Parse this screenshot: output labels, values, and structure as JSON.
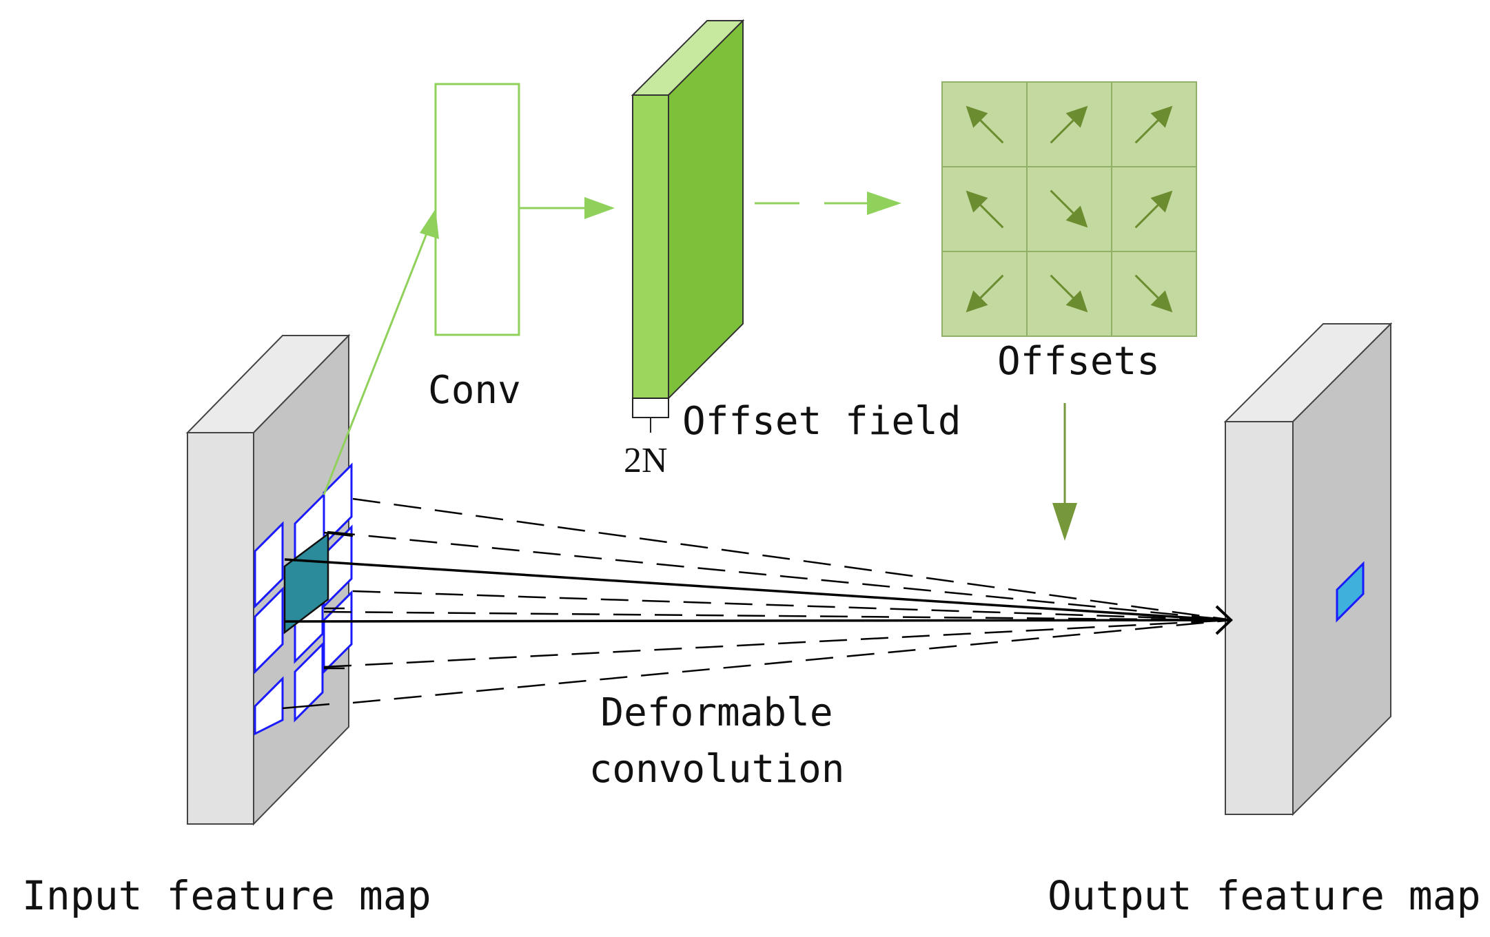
{
  "labels": {
    "conv": "Conv",
    "offset_field": "Offset field",
    "two_n": "2N",
    "offsets": "Offsets",
    "deformable_line1": "Deformable",
    "deformable_line2": "convolution",
    "input_feature_map": "Input feature map",
    "output_feature_map": "Output feature map"
  },
  "offset_grid": {
    "rows": 3,
    "cols": 3,
    "arrows": [
      {
        "row": 0,
        "col": 0,
        "direction": "up-left"
      },
      {
        "row": 0,
        "col": 1,
        "direction": "up-right"
      },
      {
        "row": 0,
        "col": 2,
        "direction": "up-right"
      },
      {
        "row": 1,
        "col": 0,
        "direction": "up-left"
      },
      {
        "row": 1,
        "col": 1,
        "direction": "down-right"
      },
      {
        "row": 1,
        "col": 2,
        "direction": "up-right"
      },
      {
        "row": 2,
        "col": 0,
        "direction": "down-left"
      },
      {
        "row": 2,
        "col": 1,
        "direction": "down-right"
      },
      {
        "row": 2,
        "col": 2,
        "direction": "down-right"
      }
    ]
  },
  "colors": {
    "feature_map_front": "#e2e2e2",
    "feature_map_side": "#c4c4c4",
    "feature_map_top": "#ebebeb",
    "conv_box_stroke": "#8fd15a",
    "offset_field_front": "#9dd65c",
    "offset_field_side": "#7dc03a",
    "offset_field_top": "#c7e99f",
    "offset_grid_fill": "#c3d9a0",
    "offset_grid_lines": "#8fb066",
    "offset_arrow": "#6c8c30",
    "flow_arrow_light": "#8fd15a",
    "flow_arrow_dark": "#76983a",
    "sample_box_stroke": "#1a1aff",
    "kernel_center": "#2c8b9a",
    "output_cell": "#3fb0dc"
  }
}
